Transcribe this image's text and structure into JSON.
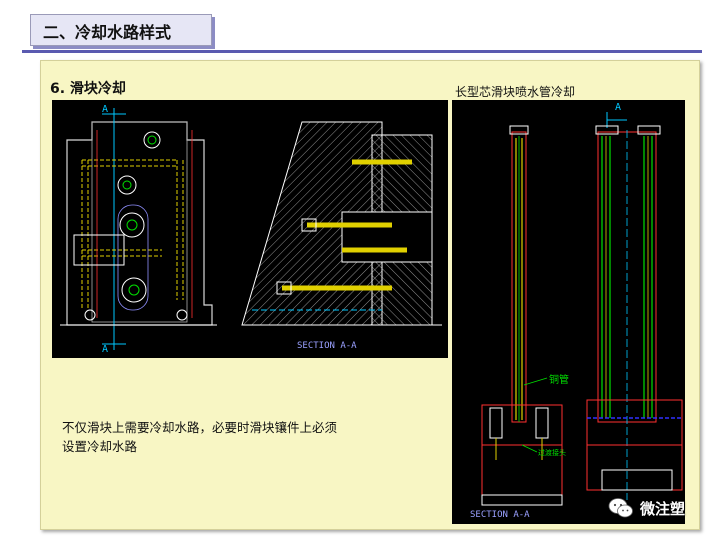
{
  "header": {
    "title": "二、冷却水路样式"
  },
  "section": {
    "heading": "6. 滑块冷却"
  },
  "right_drawing": {
    "caption": "长型芯滑块喷水管冷却",
    "callout_copper_pipe": "铜管",
    "callout_adapter": "过渡接头",
    "section_label": "SECTION  A-A",
    "marker": "A"
  },
  "left_drawing": {
    "section_label": "SECTION  A-A",
    "marker": "A"
  },
  "body": {
    "line1": "不仅滑块上需要冷却水路，必要时滑块镶件上必须",
    "line2": "设置冷却水路"
  },
  "watermark": {
    "text": "微注塑",
    "icon": "wechat-icon"
  },
  "colors": {
    "title_rule": "#5a5ab0",
    "panel": "#f8f6c4",
    "cad_bg": "#000000",
    "title_box": "#e6e6f5"
  }
}
